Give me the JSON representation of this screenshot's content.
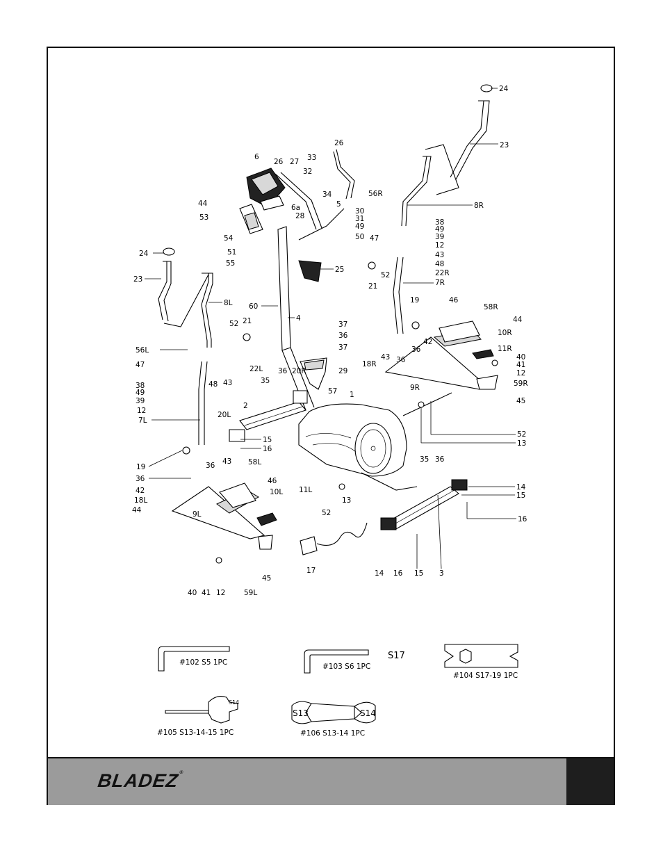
{
  "brand": {
    "logo": "BLADEZ",
    "logo_color": "#111111"
  },
  "footer": {
    "bar_color": "#9b9b9b",
    "block_color": "#1e1e1e"
  },
  "labels": {
    "p1": "1",
    "p2": "2",
    "p3": "3",
    "p4": "4",
    "p5": "5",
    "p6": "6",
    "p6a": "6a",
    "p7L": "7L",
    "p7R": "7R",
    "p8L": "8L",
    "p8R": "8R",
    "p9L": "9L",
    "p9R": "9R",
    "p10L": "10L",
    "p10R": "10R",
    "p11L": "11L",
    "p11R": "11R",
    "p12a": "12",
    "p12b": "12",
    "p12c": "12",
    "p12d": "12",
    "p13a": "13",
    "p13b": "13",
    "p14a": "14",
    "p14b": "14",
    "p15a": "15",
    "p15b": "15",
    "p15c": "15",
    "p16a": "16",
    "p16b": "16",
    "p16c": "16",
    "p17": "17",
    "p18L": "18L",
    "p18R": "18R",
    "p19a": "19",
    "p19b": "19",
    "p20L": "20L",
    "p20R": "20R",
    "p21a": "21",
    "p21b": "21",
    "p22L": "22L",
    "p22R": "22R",
    "p23a": "23",
    "p23b": "23",
    "p24a": "24",
    "p24b": "24",
    "p25": "25",
    "p26a": "26",
    "p26b": "26",
    "p27": "27",
    "p28": "28",
    "p29": "29",
    "p30": "30",
    "p31": "31",
    "p32": "32",
    "p33": "33",
    "p34": "34",
    "p35a": "35",
    "p35b": "35",
    "p36a": "36",
    "p36b": "36",
    "p36c": "36",
    "p36d": "36",
    "p36e": "36",
    "p36f": "36",
    "p36g": "36",
    "p37a": "37",
    "p37b": "37",
    "p38a": "38",
    "p38b": "38",
    "p39a": "39",
    "p39b": "39",
    "p40a": "40",
    "p40b": "40",
    "p41a": "41",
    "p41b": "41",
    "p42a": "42",
    "p42b": "42",
    "p43a": "43",
    "p43b": "43",
    "p43c": "43",
    "p43d": "43",
    "p44a": "44",
    "p44b": "44",
    "p44c": "44",
    "p45a": "45",
    "p45b": "45",
    "p46a": "46",
    "p46b": "46",
    "p47a": "47",
    "p47b": "47",
    "p48a": "48",
    "p48b": "48",
    "p49a": "49",
    "p49b": "49",
    "p49c": "49",
    "p50": "50",
    "p51": "51",
    "p52a": "52",
    "p52b": "52",
    "p52c": "52",
    "p52d": "52",
    "p53": "53",
    "p54": "54",
    "p55": "55",
    "p56L": "56L",
    "p56R": "56R",
    "p57": "57",
    "p58L": "58L",
    "p58R": "58R",
    "p59L": "59L",
    "p59R": "59R",
    "p60": "60"
  },
  "tools": {
    "t102": "#102  S5  1PC",
    "t103": "#103  S6  1PC",
    "s17": "S17",
    "t104": "#104  S17-19  1PC",
    "s14a": "S14",
    "t105": "#105  S13-14-15  1PC",
    "s13": "S13",
    "s14b": "S14",
    "t106": "#106  S13-14  1PC"
  }
}
